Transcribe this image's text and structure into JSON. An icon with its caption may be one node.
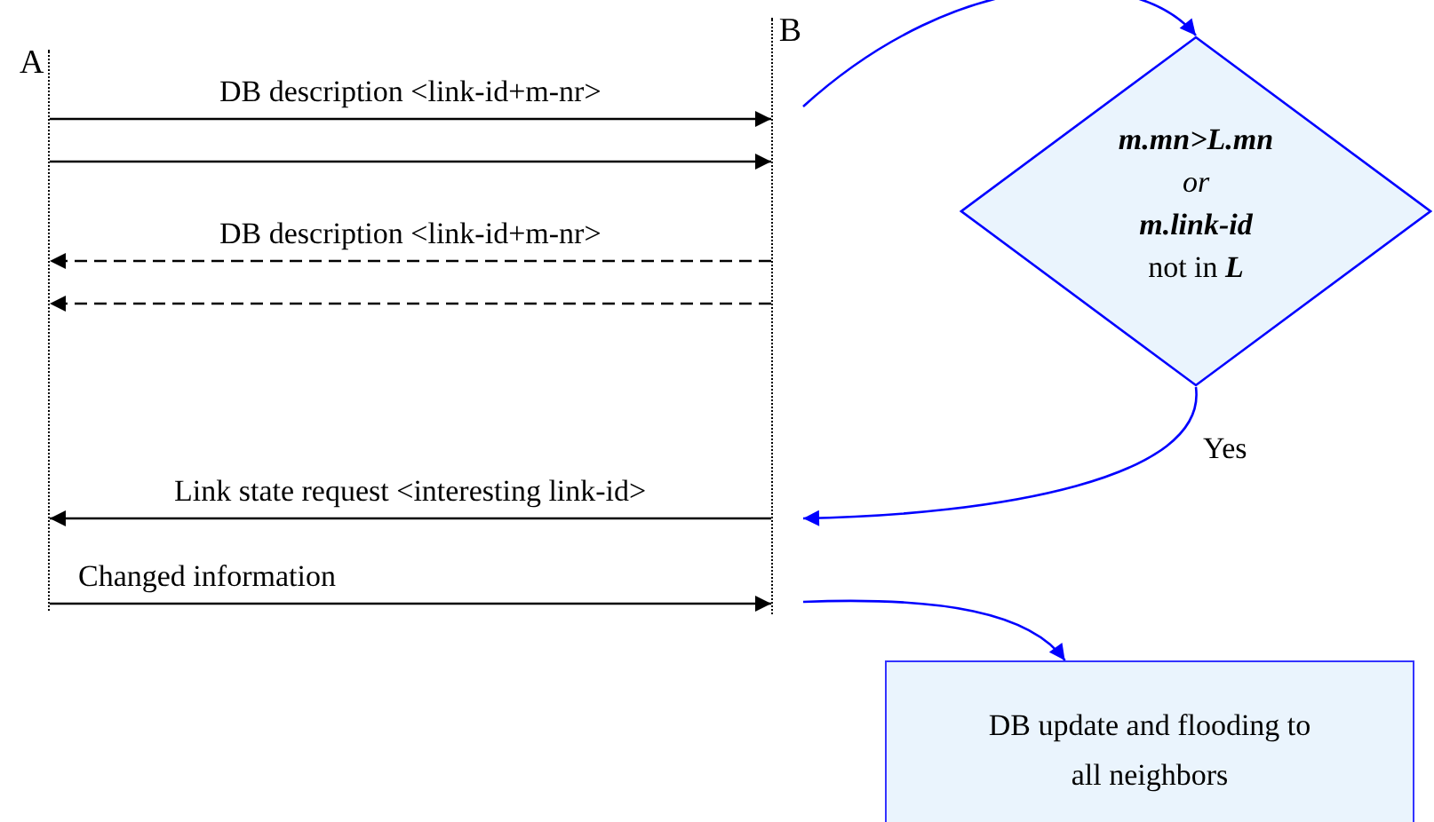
{
  "diagram": {
    "nodes": [
      {
        "text": [
          "A"
        ]
      },
      {
        "text": [
          "B"
        ]
      },
      {
        "text": [
          "**m.mn>L.mn** *or* **m.link-id** not in **L**"
        ]
      },
      {
        "text": [
          "DB update and flooding to all neighbors"
        ]
      }
    ],
    "edges": [
      {
        "from": 0,
        "to": 1,
        "arrow": "to",
        "label": "DB description <link-id+m-nr>"
      },
      {
        "from": 0,
        "to": 1,
        "arrow": "to"
      },
      {
        "from": 1,
        "to": 0,
        "arrow": "to",
        "label": "DB description <link-id+m-nr>",
        "style": "dashed"
      },
      {
        "from": 1,
        "to": 0,
        "arrow": "to",
        "style": "dashed"
      },
      {
        "from": 1,
        "to": 0,
        "arrow": "to",
        "label": "Link state request <interesting link-id>"
      },
      {
        "from": 0,
        "to": 1,
        "arrow": "to",
        "label": "Changed information"
      },
      {
        "from": 1,
        "to": 2,
        "arrow": "to",
        "color": "#0000ff"
      },
      {
        "from": 2,
        "to": 1,
        "arrow": "to",
        "label": "Yes",
        "color": "#0000ff"
      },
      {
        "from": 1,
        "to": 3,
        "arrow": "to",
        "color": "#0000ff"
      }
    ]
  }
}
